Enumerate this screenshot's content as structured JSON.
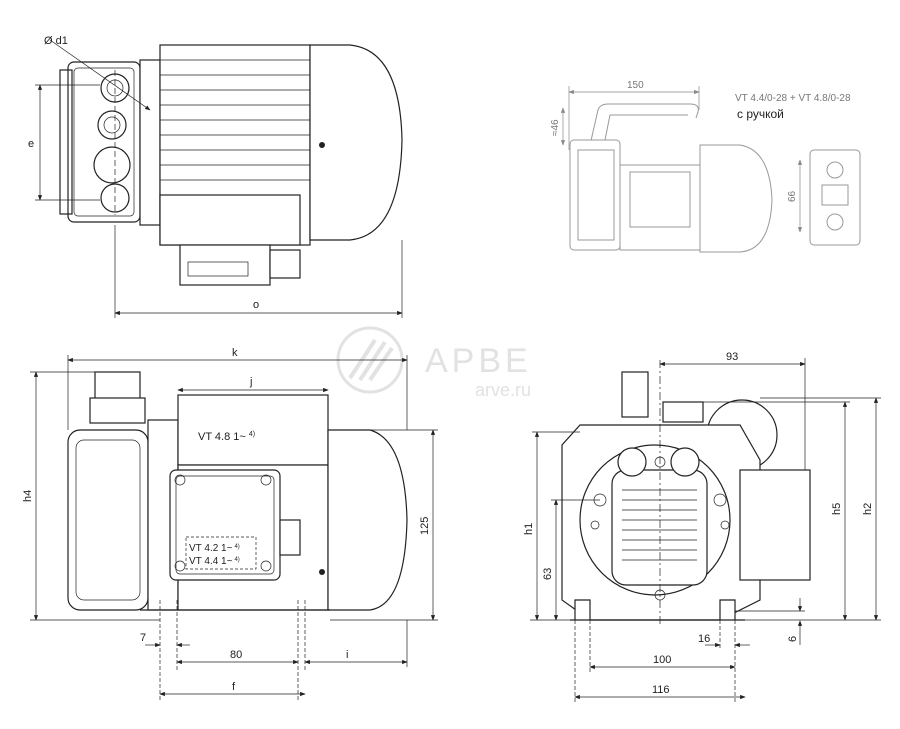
{
  "watermark": {
    "brand": "APBE",
    "site": "arve.ru"
  },
  "top_view": {
    "d1": "Ø d1",
    "e": "e",
    "o": "o"
  },
  "handle_view": {
    "width": "150",
    "height": "≈46",
    "side": "66",
    "models": "VT 4.4/0-28 + VT 4.8/0-28",
    "note": "с ручкой"
  },
  "side_view": {
    "k": "k",
    "j": "j",
    "h4": "h4",
    "h125": "125",
    "d7": "7",
    "d80": "80",
    "i": "i",
    "f": "f",
    "label_main": "VT 4.8  1~",
    "label_main_sup": "4)",
    "label_box": [
      "VT 4.2  1~",
      "VT 4.4  1~"
    ],
    "label_box_sup": "4)"
  },
  "front_view": {
    "d93": "93",
    "h1": "h1",
    "d63": "63",
    "h5": "h5",
    "h2": "h2",
    "d16": "16",
    "d6": "6",
    "d100": "100",
    "d116": "116"
  }
}
